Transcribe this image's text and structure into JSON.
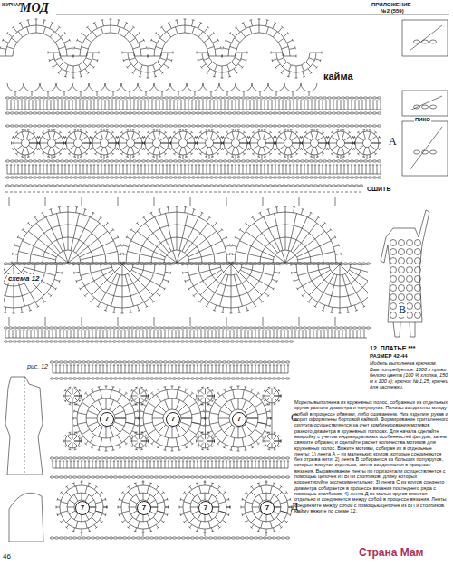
{
  "diagram": {
    "nodes": [
      {
        "text": [
          "7"
        ]
      },
      {
        "text": [
          "7"
        ]
      },
      {
        "text": [
          "7"
        ]
      },
      {
        "text": [
          "7"
        ]
      },
      {
        "text": [
          "7"
        ]
      },
      {
        "text": [
          "7"
        ]
      },
      {
        "text": [
          "7"
        ]
      }
    ],
    "labels": [
      "ЖУРНАЛ",
      "МОД",
      "ПРИЛОЖЕНИЕ",
      "№2 (559)",
      "кайма",
      "ПИКО",
      "А",
      "СШИТЬ",
      "В",
      "схема 12",
      "12. ПЛАТЬЕ ***",
      "РАЗМЕР 42-44",
      "Модель выполнена крючком.",
      "Вам потребуется: 1000 г пряжи белого цвета (100 % хлопка, 150 м x 100 г); крючок № 1,25; крючки для застежки.",
      "Модель выполнена из кружевных полос, собранных из отдельных кругов разного диаметра и полукругов. Полосы соединены между собой в процессе обвязки, либо сшиванием. Низ изделия, рукав и ворот оформлены бортовой каймой. Формирование приталенного силуэта осуществляется за счет комбинирования мотивов разного диаметра в кружевных полосах. Для начала сделайте выкройку с учетом индивидуальных особенностей фигуры, затем свяжите образец и сделайте расчет количества мотивов для кружевных полос. Вяжите мотивы, собирая их в отдельные ленты: 1) лента А – из маленьких кругов, которые соединяются без отрыва нити; 2) лента В собирается из больших полукругов, которые вяжутся отдельно, затем соединяются в процессе вязания. Выравнивание ленты по горизонтали осуществляется с помощью цепочек из ВП и столбиков, длину которых корректируйте экспериментально; 3) лента С из кругов среднего диаметра собирается в процессе вязания последнего ряда с помощью столбиков; 4) лента Д из малых кругов вяжется отдельно и соединяется между собой в процессе вязания. Ленты соединяйте между собой с помощью цепочек из ВП и столбиков. Кайму вяжите по схеме 12.",
      "рис. 12",
      "С",
      "Д",
      "46",
      "Страна Мам"
    ]
  }
}
